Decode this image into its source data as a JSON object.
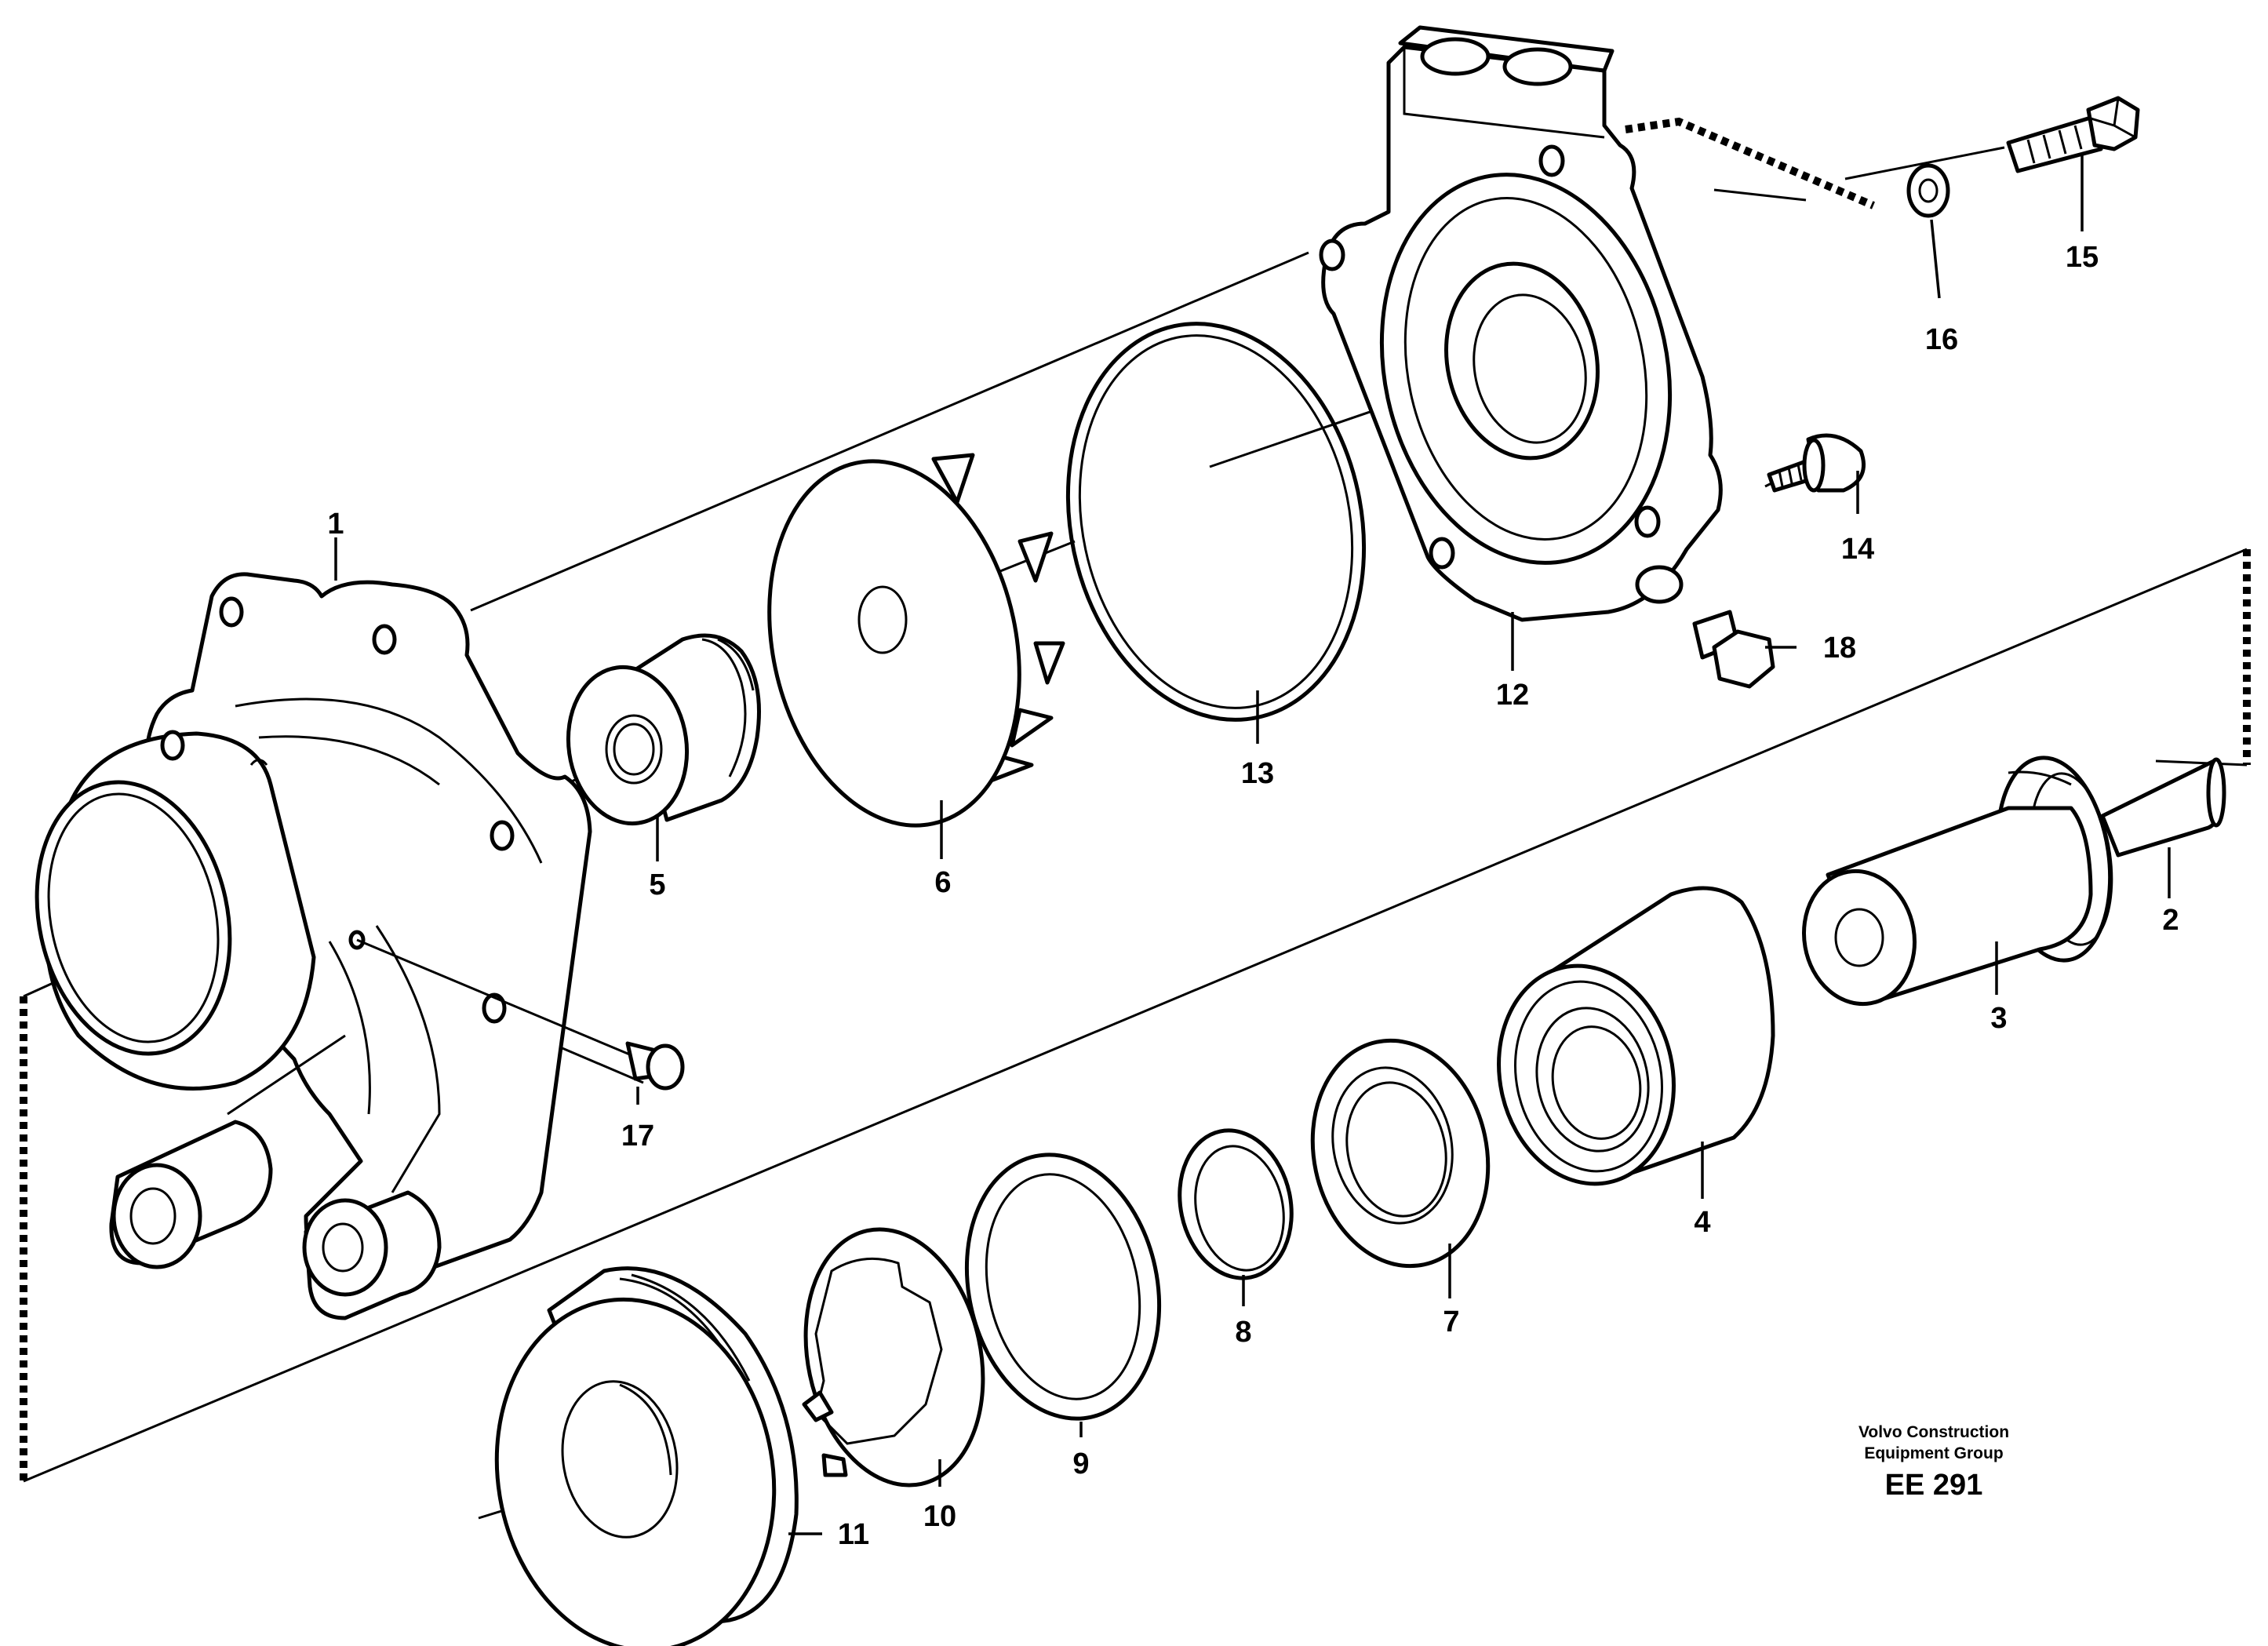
{
  "callouts": [
    "1",
    "2",
    "3",
    "4",
    "5",
    "6",
    "7",
    "8",
    "9",
    "10",
    "11",
    "12",
    "13",
    "14",
    "15",
    "16",
    "17",
    "18"
  ],
  "credit": {
    "line1": "Volvo Construction",
    "line2": "Equipment Group",
    "code": "EE 291"
  }
}
